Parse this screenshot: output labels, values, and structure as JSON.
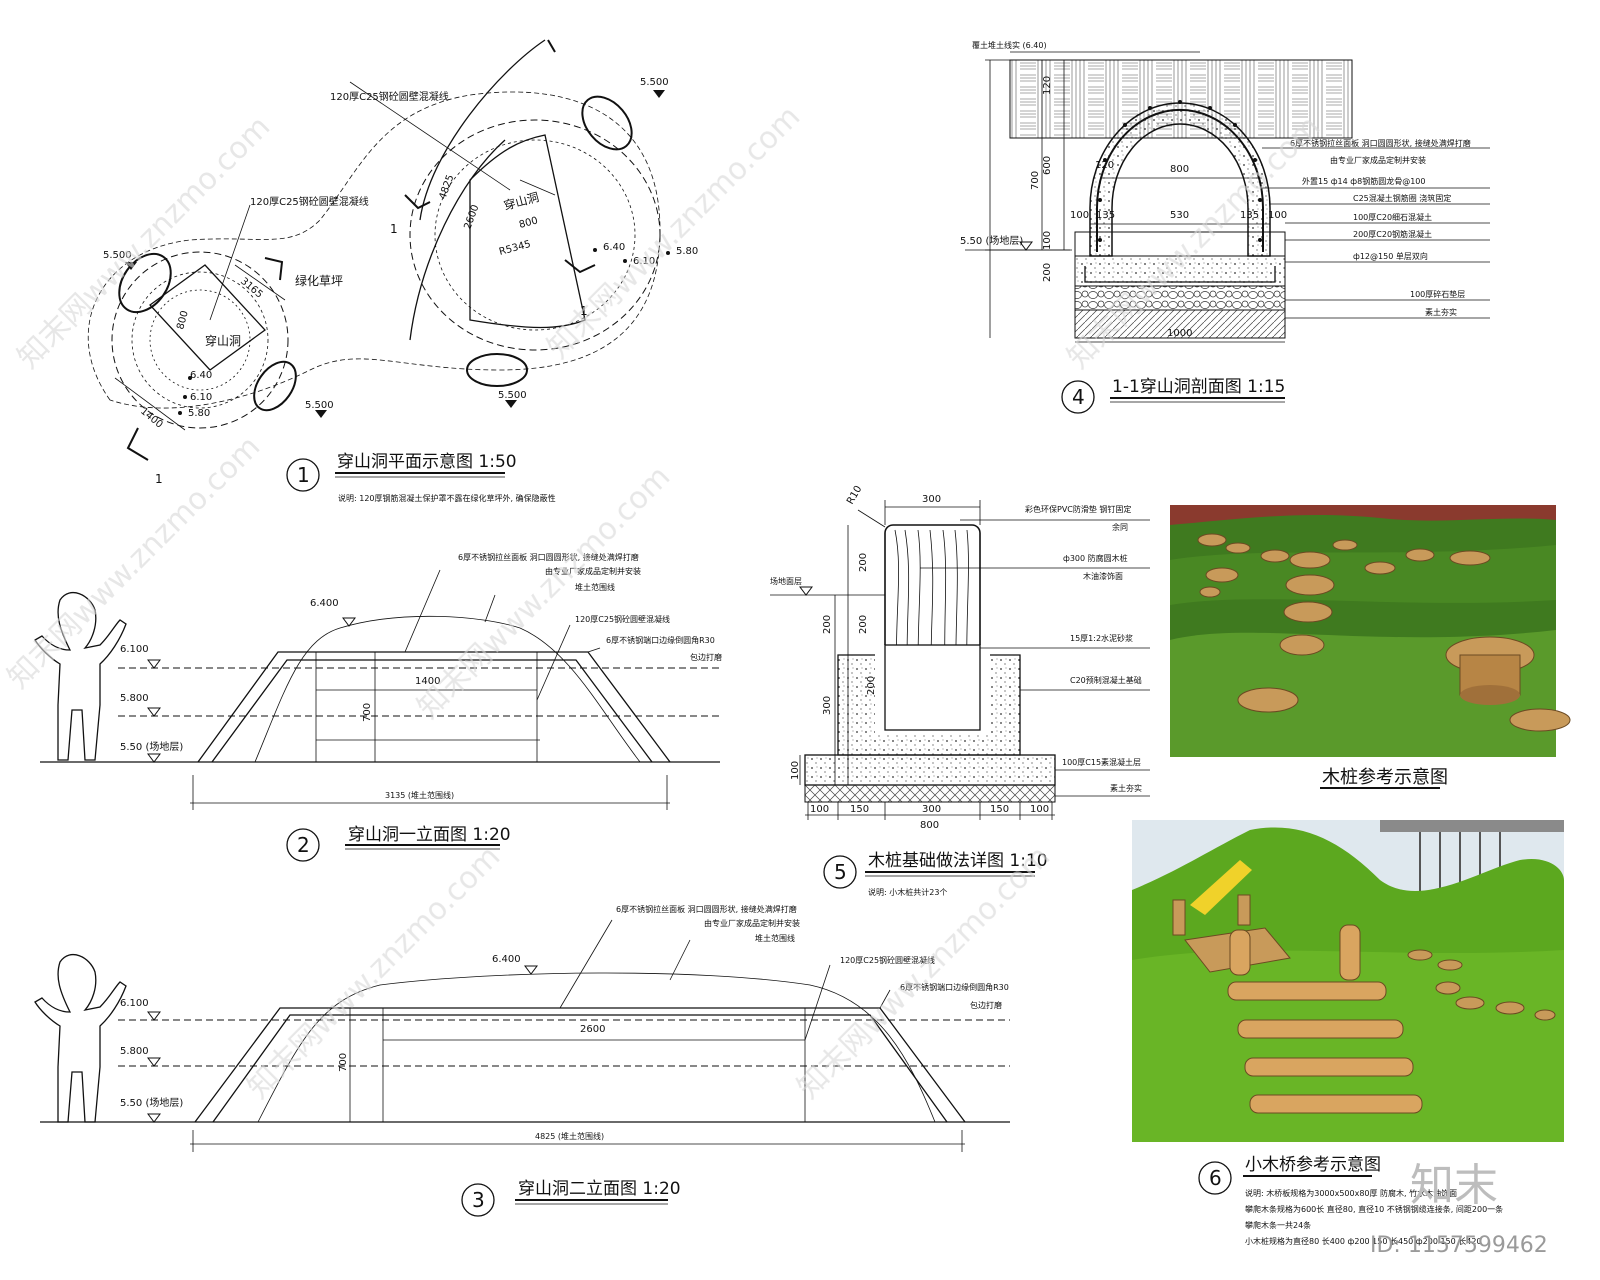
{
  "fig1": {
    "title": "穿山洞平面示意图 1:50",
    "note": "说明: 120厚钢筋混凝土保护罩不露在绿化草坪外, 确保隐蔽性",
    "labels": {
      "wall_top": "120厚C25钢砼圆壁混凝线",
      "wall_left": "120厚C25钢砼圆壁混凝线",
      "green": "绿化草坪",
      "cave_a": "穿山洞",
      "cave_b": "穿山洞",
      "d_800a": "800",
      "d_800b": "800",
      "d_3165": "3165",
      "d_1400": "1400",
      "d_4825": "4825",
      "d_2600": "2600",
      "d_r": "R5345",
      "e_640a": "6.40",
      "e_610a": "6.10",
      "e_580a": "5.80",
      "e_640b": "6.40",
      "e_610b": "6.10",
      "e_580b": "5.80",
      "lv1": "5.500",
      "lv2": "5.500",
      "lv3": "5.500",
      "lv4": "5.500",
      "sec1": "1",
      "sec1b": "1",
      "sec1c": "1"
    }
  },
  "fig2": {
    "title": "穿山洞一立面图 1:20",
    "labels": {
      "n1": "6厚不锈钢拉丝面板  洞口圆圆形状, 接缝处满焊打磨",
      "n2": "由专业厂家成品定制并安装",
      "n3": "堆土范围线",
      "n4": "120厚C25钢砼圆壁混凝线",
      "n5": "6厚不锈钢端口边缘倒圆角R30",
      "n6": "包边打磨",
      "top": "6.400",
      "e1": "6.100",
      "e2": "5.800",
      "e3": "5.50 (场地层)",
      "w": "1400",
      "h": "700",
      "total": "3135 (堆土范围线)"
    }
  },
  "fig3": {
    "title": "穿山洞二立面图 1:20",
    "labels": {
      "n1": "6厚不锈钢拉丝面板  洞口圆圆形状, 接缝处满焊打磨",
      "n2": "由专业厂家成品定制并安装",
      "n3": "堆土范围线",
      "n4": "120厚C25钢砼圆壁混凝线",
      "n5": "6厚不锈钢端口边缘倒圆角R30",
      "n6": "包边打磨",
      "top": "6.400",
      "e1": "6.100",
      "e2": "5.800",
      "e3": "5.50 (场地层)",
      "w": "2600",
      "h": "700",
      "total": "4825 (堆土范围线)"
    }
  },
  "fig4": {
    "title": "1-1穿山洞剖面图 1:15",
    "labels": {
      "top": "覆土堆土线实 (6.40)",
      "d120": "120",
      "d600": "600",
      "d700": "700",
      "d100a": "100",
      "d200": "200",
      "d800": "800",
      "d100l": "100",
      "d135a": "135",
      "d530": "530",
      "d135b": "135",
      "d100r": "100",
      "d1000": "1000",
      "d120b": "120",
      "lvl": "5.50 (场地层)",
      "n1": "6厚不锈钢拉丝面板  洞口圆圆形状, 接缝处满焊打磨",
      "n2": "由专业厂家成品定制并安装",
      "n3": "外置15 ф14  ф8钢筋圆龙骨@100",
      "n4": "C25混凝土钢筋圈  浇筑固定",
      "n5": "100厚C20细石混凝土",
      "n6": "200厚C20钢筋混凝土",
      "n7": "ф12@150  单层双向",
      "n8": "100厚碎石垫层",
      "n9": "素土夯实"
    }
  },
  "fig5": {
    "title": "木桩基础做法详图 1:10",
    "note": "说明: 小木桩共计23个",
    "labels": {
      "r10": "R10",
      "w300": "300",
      "h200a": "200",
      "h200b": "200",
      "h200c": "200",
      "h300": "300",
      "h200d": "200",
      "h100": "100",
      "b100a": "100",
      "b150a": "150",
      "b300": "300",
      "b150b": "150",
      "b100b": "100",
      "b800": "800",
      "grade": "场地面层",
      "n1": "彩色环保PVC防滑垫  钢钉固定",
      "n2": "余同",
      "n3": "ф300  防腐圆木桩",
      "n4": "木油漆饰面",
      "n5": "15厚1:2水泥砂浆",
      "n6": "C20预制混凝土基础",
      "n7": "100厚C15素混凝土层",
      "n8": "素土夯实"
    }
  },
  "photo1": {
    "caption": "木桩参考示意图"
  },
  "fig6": {
    "title": "小木桥参考示意图",
    "notes": [
      "说明:  木桥板规格为3000x500x80厚  防腐木, 竹水木油饰面",
      "攀爬木条规格为600长  直径80,  直径10  不锈钢钢缆连接条, 间距200一条",
      "攀爬木条一共24条",
      "小木桩规格为直径80  长400  ф200 150 长450 ф200 150 长420"
    ]
  },
  "id_text": "ID: 1157599462",
  "logo": "知末",
  "watermark": "知末网www.znzmo.com"
}
